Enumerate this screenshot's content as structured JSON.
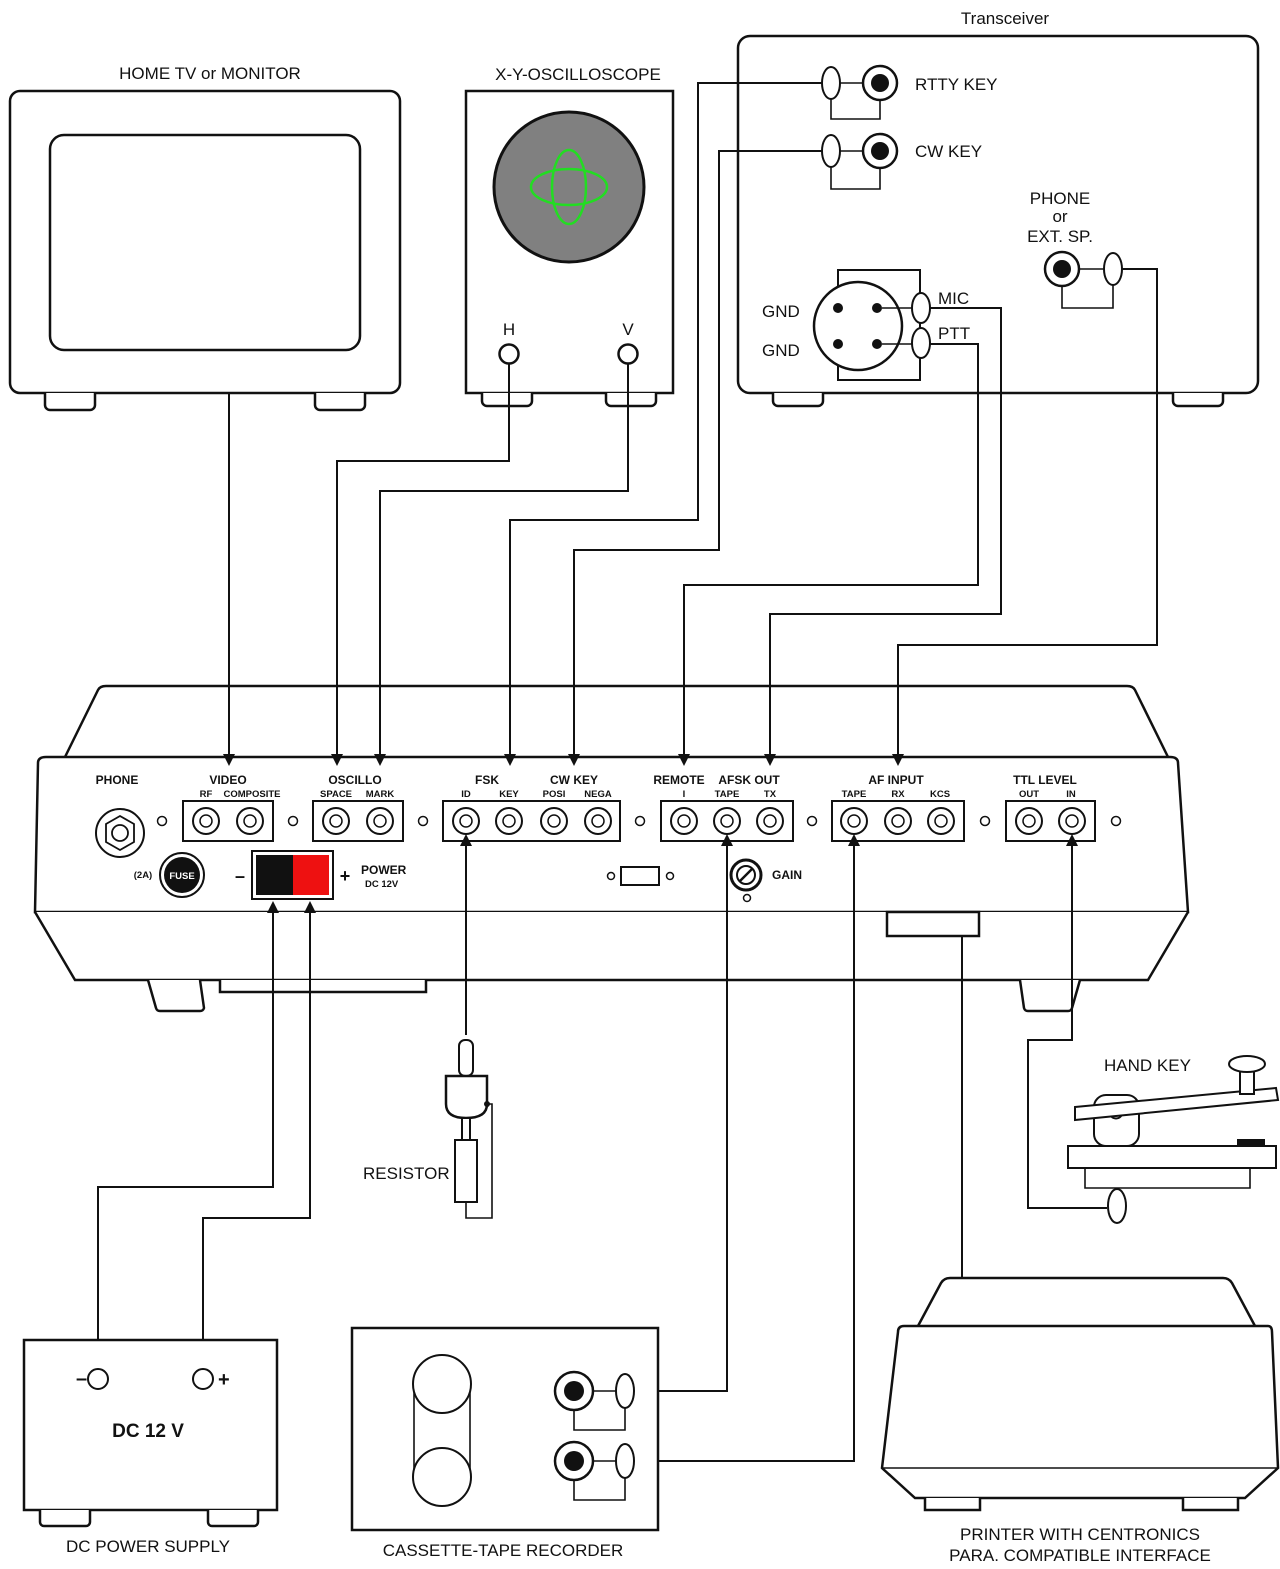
{
  "devices": {
    "tv": "HOME TV or MONITOR",
    "oscilloscope": "X-Y-OSCILLOSCOPE",
    "transceiver": "Transceiver",
    "hand_key": "HAND KEY",
    "resistor": "RESISTOR",
    "power_supply": "DC POWER SUPPLY",
    "power_supply_value": "DC 12 V",
    "cassette": "CASSETTE-TAPE RECORDER",
    "printer_line1": "PRINTER WITH CENTRONICS",
    "printer_line2": "PARA. COMPATIBLE INTERFACE"
  },
  "oscilloscope_inputs": {
    "h": "H",
    "v": "V"
  },
  "transceiver_ports": {
    "rtty_key": "RTTY KEY",
    "cw_key": "CW KEY",
    "phone_line1": "PHONE",
    "phone_line2": "or",
    "phone_line3": "EXT. SP.",
    "mic": "MIC",
    "ptt": "PTT",
    "gnd1": "GND",
    "gnd2": "GND"
  },
  "rear_panel": {
    "phone": "PHONE",
    "video": "VIDEO",
    "video_rf": "RF",
    "video_composite": "COMPOSITE",
    "oscillo": "OSCILLO",
    "oscillo_space": "SPACE",
    "oscillo_mark": "MARK",
    "fsk": "FSK",
    "fsk_id": "ID",
    "fsk_key": "KEY",
    "cwkey": "CW KEY",
    "cw_posi": "POSI",
    "cw_nega": "NEGA",
    "remote": "REMOTE",
    "remote_i": "I",
    "afsk_out": "AFSK OUT",
    "afsk_tape": "TAPE",
    "afsk_tx": "TX",
    "af_input": "AF INPUT",
    "af_tape": "TAPE",
    "af_rx": "RX",
    "af_kcs": "KCS",
    "ttl_level": "TTL LEVEL",
    "ttl_out": "OUT",
    "ttl_in": "IN",
    "fuse_rating": "(2A)",
    "fuse": "FUSE",
    "minus": "–",
    "plus": "+",
    "power": "POWER",
    "power_dc": "DC 12V",
    "gain": "GAIN"
  },
  "supply_terminals": {
    "minus": "–",
    "plus": "+"
  },
  "colors": {
    "scope_screen": "#808080",
    "scope_trace": "#22dd22",
    "terminal_red": "#ee1111",
    "terminal_black": "#111111"
  }
}
